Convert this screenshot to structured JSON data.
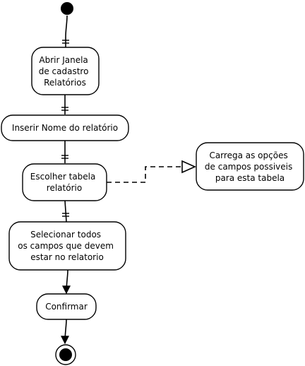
{
  "diagram": {
    "type": "uml-activity",
    "nodes": {
      "start": {
        "kind": "initial"
      },
      "abrir_janela": {
        "lines": [
          "Abrir Janela",
          "de cadastro",
          "Relatórios"
        ]
      },
      "inserir_nome": {
        "lines": [
          "Inserir Nome do relatório"
        ]
      },
      "escolher_tabela": {
        "lines": [
          "Escolher tabela",
          "relatório"
        ]
      },
      "carrega_opcoes": {
        "lines": [
          "Carrega as opções",
          "de campos possiveis",
          "para esta tabela"
        ]
      },
      "selecionar_campos": {
        "lines": [
          "Selecionar todos",
          "os campos que devem",
          "estar no relatorio"
        ]
      },
      "confirmar": {
        "lines": [
          "Confirmar"
        ]
      },
      "end": {
        "kind": "final"
      }
    },
    "edges": [
      {
        "from": "start",
        "to": "abrir_janela",
        "style": "solid",
        "marker": "double-bar"
      },
      {
        "from": "abrir_janela",
        "to": "inserir_nome",
        "style": "solid",
        "marker": "double-bar"
      },
      {
        "from": "inserir_nome",
        "to": "escolher_tabela",
        "style": "solid",
        "marker": "double-bar"
      },
      {
        "from": "escolher_tabela",
        "to": "selecionar_campos",
        "style": "solid",
        "marker": "double-bar"
      },
      {
        "from": "escolher_tabela",
        "to": "carrega_opcoes",
        "style": "dashed",
        "marker": "hollow-triangle"
      },
      {
        "from": "selecionar_campos",
        "to": "confirmar",
        "style": "solid",
        "marker": "filled-arrow"
      },
      {
        "from": "confirmar",
        "to": "end",
        "style": "solid",
        "marker": "filled-arrow"
      }
    ],
    "colors": {
      "stroke": "#000000",
      "fill": "#ffffff",
      "text": "#000000"
    }
  }
}
